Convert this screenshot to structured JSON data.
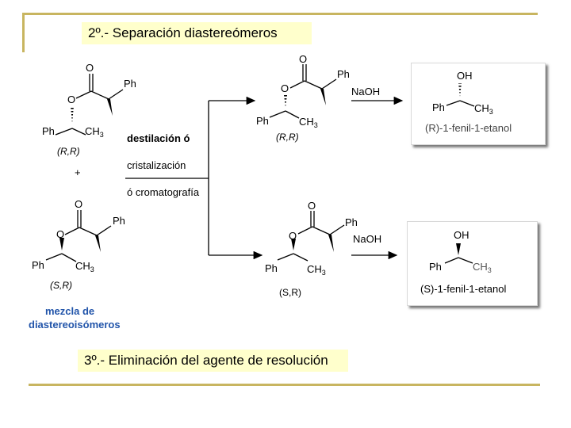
{
  "step2_title": "2º.- Separación diastereómeros",
  "step3_title": "3º.- Eliminación del agente de resolución",
  "mixture": {
    "top": {
      "o": "O",
      "o_ester": "O",
      "ph_acid": "Ph",
      "ph": "Ph",
      "ch3": "CH",
      "ch3_sub": "3",
      "config": "(R,R)"
    },
    "plus": "+",
    "bottom": {
      "o": "O",
      "o_ester": "O",
      "ph_acid": "Ph",
      "ph": "Ph",
      "ch3": "CH",
      "ch3_sub": "3",
      "config": "(S,R)"
    },
    "caption_line1": "mezcla de",
    "caption_line2": "diastereoisómeros"
  },
  "methods": {
    "line1": "destilación ó",
    "line2": "cristalización",
    "line3": "ó cromatografía"
  },
  "upper": {
    "o": "O",
    "o_ester": "O",
    "ph_acid": "Ph",
    "ph": "Ph",
    "ch3": "CH",
    "ch3_sub": "3",
    "config": "(R,R)",
    "reagent": "NaOH",
    "product": {
      "oh": "OH",
      "ph": "Ph",
      "ch3": "CH",
      "ch3_sub": "3",
      "name": "(R)-1-fenil-1-etanol"
    }
  },
  "lower": {
    "o": "O",
    "o_ester": "O",
    "ph_acid": "Ph",
    "ph": "Ph",
    "ch3": "CH",
    "ch3_sub": "3",
    "config": "(S,R)",
    "reagent": "NaOH",
    "product": {
      "oh": "OH",
      "ph": "Ph",
      "ch3": "CH",
      "ch3_sub": "3",
      "name": "(S)-1-fenil-1-etanol"
    }
  }
}
